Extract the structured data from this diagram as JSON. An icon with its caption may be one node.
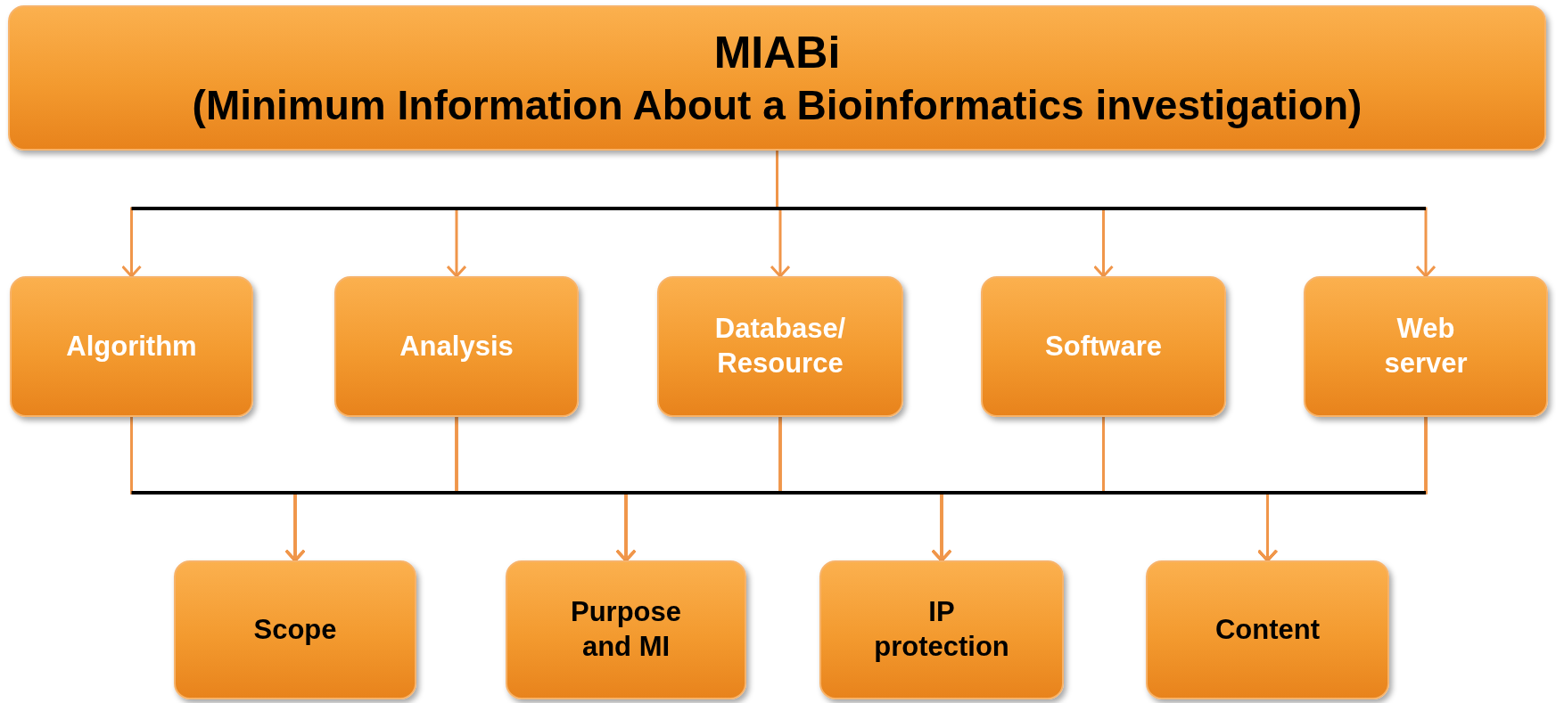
{
  "diagram": {
    "nodes": [
      {
        "text": [
          "MIABi",
          "(Minimum Information About a Bioinformatics investigation)"
        ]
      },
      {
        "text": [
          "Algorithm"
        ]
      },
      {
        "text": [
          "Analysis"
        ]
      },
      {
        "text": [
          "Database/ Resource"
        ]
      },
      {
        "text": [
          "Software"
        ]
      },
      {
        "text": [
          "Web server"
        ]
      },
      {
        "text": [
          "Scope"
        ]
      },
      {
        "text": [
          "Purpose and MI"
        ]
      },
      {
        "text": [
          "IP protection"
        ]
      },
      {
        "text": [
          "Content"
        ]
      }
    ],
    "edges": [
      {
        "from": 0,
        "to": 1,
        "arrow": "to"
      },
      {
        "from": 0,
        "to": 2,
        "arrow": "to"
      },
      {
        "from": 0,
        "to": 3,
        "arrow": "to"
      },
      {
        "from": 0,
        "to": 4,
        "arrow": "to"
      },
      {
        "from": 0,
        "to": 5,
        "arrow": "to"
      },
      {
        "from": 1,
        "to": 6,
        "arrow": "to"
      },
      {
        "from": 1,
        "to": 7,
        "arrow": "to"
      },
      {
        "from": 1,
        "to": 8,
        "arrow": "to"
      },
      {
        "from": 1,
        "to": 9,
        "arrow": "to"
      },
      {
        "from": 2,
        "to": 6,
        "arrow": "to"
      },
      {
        "from": 2,
        "to": 7,
        "arrow": "to"
      },
      {
        "from": 2,
        "to": 8,
        "arrow": "to"
      },
      {
        "from": 2,
        "to": 9,
        "arrow": "to"
      },
      {
        "from": 3,
        "to": 6,
        "arrow": "to"
      },
      {
        "from": 3,
        "to": 7,
        "arrow": "to"
      },
      {
        "from": 3,
        "to": 8,
        "arrow": "to"
      },
      {
        "from": 3,
        "to": 9,
        "arrow": "to"
      },
      {
        "from": 4,
        "to": 6,
        "arrow": "to"
      },
      {
        "from": 4,
        "to": 7,
        "arrow": "to"
      },
      {
        "from": 4,
        "to": 8,
        "arrow": "to"
      },
      {
        "from": 4,
        "to": 9,
        "arrow": "to"
      },
      {
        "from": 5,
        "to": 6,
        "arrow": "to"
      },
      {
        "from": 5,
        "to": 7,
        "arrow": "to"
      },
      {
        "from": 5,
        "to": 8,
        "arrow": "to"
      },
      {
        "from": 5,
        "to": 9,
        "arrow": "to"
      }
    ]
  }
}
